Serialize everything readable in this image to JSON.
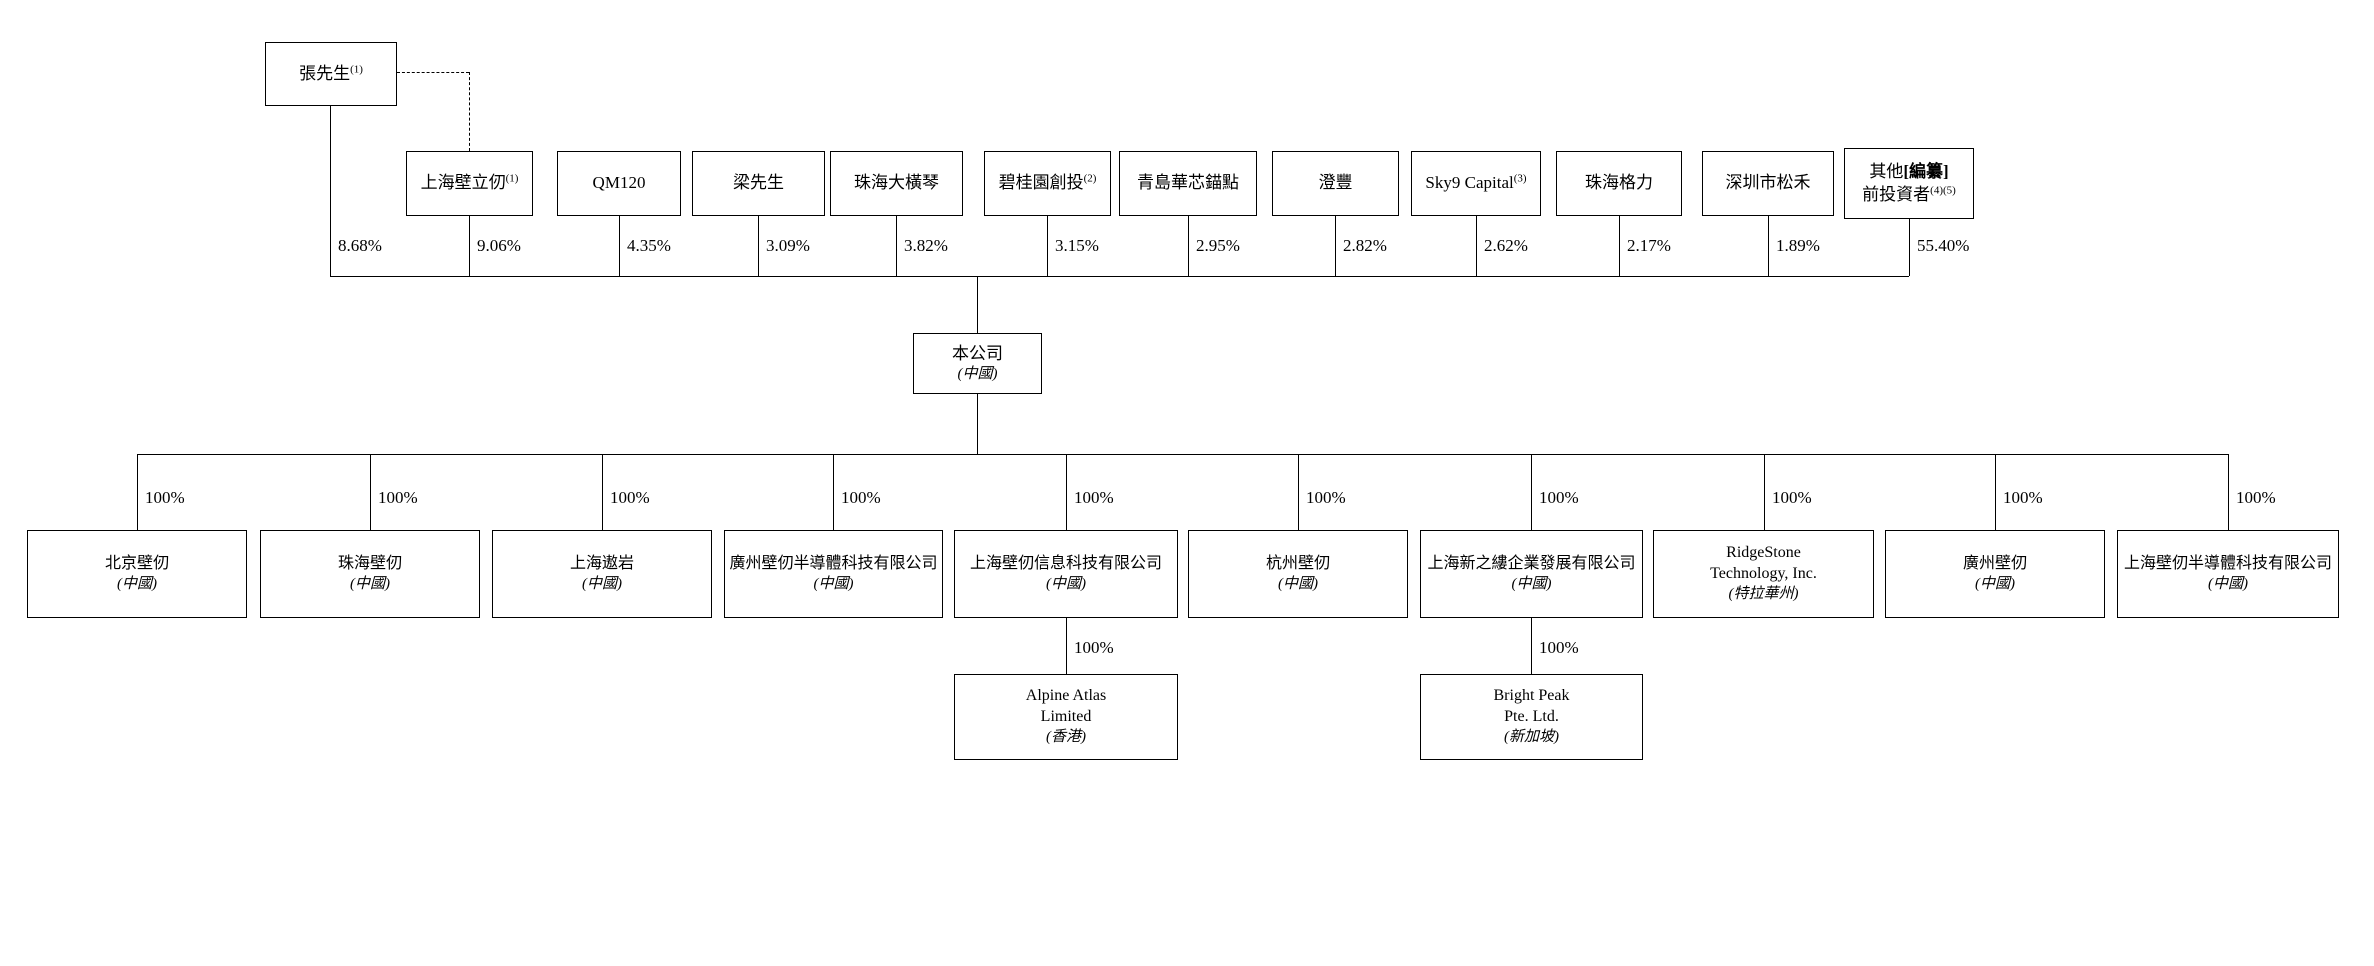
{
  "nodes": {
    "controller": {
      "name": "張先生",
      "sup": "(1)",
      "ownership": "8.68%"
    },
    "company": {
      "name": "本公司",
      "place": "(中國)"
    },
    "shareholders": [
      {
        "name": "上海壁立仞",
        "sup": "(1)",
        "ownership": "9.06%"
      },
      {
        "name": "QM120",
        "sup": "",
        "ownership": "4.35%"
      },
      {
        "name": "梁先生",
        "sup": "",
        "ownership": "3.09%"
      },
      {
        "name": "珠海大橫琴",
        "sup": "",
        "ownership": "3.82%"
      },
      {
        "name": "碧桂園創投",
        "sup": "(2)",
        "ownership": "3.15%"
      },
      {
        "name": "青島華芯錨點",
        "sup": "",
        "ownership": "2.95%"
      },
      {
        "name": "澄豐",
        "sup": "",
        "ownership": "2.82%"
      },
      {
        "name": "Sky9 Capital",
        "sup": "(3)",
        "ownership": "2.62%"
      },
      {
        "name": "珠海格力",
        "sup": "",
        "ownership": "2.17%"
      },
      {
        "name": "深圳市松禾",
        "sup": "",
        "ownership": "1.89%"
      },
      {
        "prefix": "其他",
        "redacted": "[編纂]",
        "line2": "前投資者",
        "sup": "(4)(5)",
        "ownership": "55.40%"
      }
    ],
    "subsidiaries": [
      {
        "name": "北京壁仞",
        "place": "(中國)",
        "ownership": "100%"
      },
      {
        "name": "珠海壁仞",
        "place": "(中國)",
        "ownership": "100%"
      },
      {
        "name": "上海遨岩",
        "place": "(中國)",
        "ownership": "100%"
      },
      {
        "name": "廣州壁仞半導體科技有限公司",
        "place": "(中國)",
        "ownership": "100%"
      },
      {
        "name": "上海壁仞信息科技有限公司",
        "place": "(中國)",
        "ownership": "100%"
      },
      {
        "name": "杭州壁仞",
        "place": "(中國)",
        "ownership": "100%"
      },
      {
        "name": "上海新之縷企業發展有限公司",
        "place": "(中國)",
        "ownership": "100%"
      },
      {
        "name": "RidgeStone\nTechnology, Inc.",
        "place": "(特拉華州)",
        "ownership": "100%"
      },
      {
        "name": "廣州壁仞",
        "place": "(中國)",
        "ownership": "100%"
      },
      {
        "name": "上海壁仞半導體科技有限公司",
        "place": "(中國)",
        "ownership": "100%"
      }
    ],
    "grandsubsidiaries": [
      {
        "name": "Alpine Atlas\nLimited",
        "place": "(香港)",
        "ownership": "100%"
      },
      {
        "name": "Bright Peak\nPte. Ltd.",
        "place": "(新加坡)",
        "ownership": "100%"
      }
    ]
  }
}
